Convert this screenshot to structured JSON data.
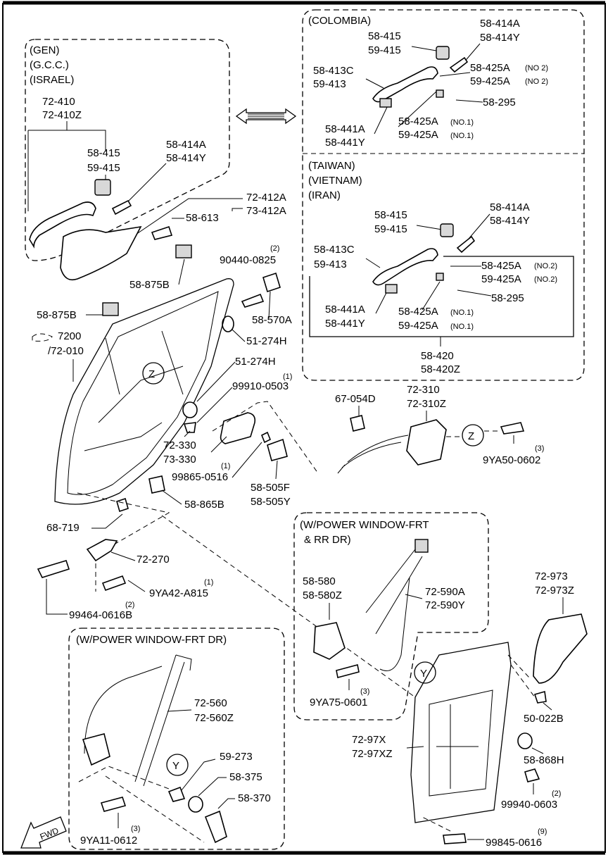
{
  "groups": {
    "gen": [
      "(GEN)",
      "(G.C.C.)",
      "(ISRAEL)"
    ],
    "colombia": "(COLOMBIA)",
    "taiwan": [
      "(TAIWAN)",
      "(VIETNAM)",
      "(IRAN)"
    ],
    "pw_frt_rr": [
      "(W/POWER WINDOW-FRT",
      "& RR DR)"
    ],
    "pw_frt": "(W/POWER WINDOW-FRT DR)"
  },
  "gen_parts": {
    "handle": [
      "72-410",
      "72-410Z"
    ],
    "cap_a": [
      "58-415",
      "59-415"
    ],
    "cap_b": [
      "58-414A",
      "58-414Y"
    ]
  },
  "colombia_parts": {
    "cap_a": [
      "58-415",
      "59-415"
    ],
    "cap_b": [
      "58-414A",
      "58-414Y"
    ],
    "handle": [
      "58-413C",
      "59-413"
    ],
    "no2": [
      "58-425A",
      "59-425A"
    ],
    "no2_tag": "(NO 2)",
    "spring": "58-295",
    "cap_c": [
      "58-441A",
      "58-441Y"
    ],
    "no1": [
      "58-425A",
      "59-425A"
    ],
    "no1_tag": "(NO.1)"
  },
  "taiwan_parts": {
    "cap_a": [
      "58-415",
      "59-415"
    ],
    "cap_b": [
      "58-414A",
      "58-414Y"
    ],
    "handle": [
      "58-413C",
      "59-413"
    ],
    "no2": [
      "58-425A",
      "59-425A"
    ],
    "no2_tag": "(NO.2)",
    "spring": "58-295",
    "cap_c": [
      "58-441A",
      "58-441Y"
    ],
    "no1": [
      "58-425A",
      "59-425A"
    ],
    "no1_tag": "(NO.1)",
    "assy": [
      "58-420",
      "58-420Z"
    ]
  },
  "main_parts": {
    "bracket": [
      "72-412A",
      "73-412A"
    ],
    "screw_613": "58-613",
    "pad_875_a": "58-875B",
    "pad_875_b": "58-875B",
    "bolt_90440": "90440-0825",
    "bolt_90440_qty": "(2)",
    "cap_570": "58-570A",
    "grom_a": "51-274H",
    "grom_b": "51-274H",
    "screw_99910": "99910-0503",
    "screw_99910_qty": "(1)",
    "door": [
      "7200",
      "/72-010"
    ],
    "bumper": "72-330",
    "bumper2": "73-330",
    "screw_99865": "99865-0516",
    "screw_99865_qty": "(1)",
    "inner_handle": [
      "58-505F",
      "58-505Y"
    ],
    "cap_054": "67-054D",
    "latch": [
      "72-310",
      "72-310Z"
    ],
    "bolt_9ya50": "9YA50-0602",
    "bolt_9ya50_qty": "(3)",
    "clip_719": "68-719",
    "stop_865": "58-865B",
    "checker": "72-270",
    "bolt_9ya42": "9YA42-A815",
    "bolt_9ya42_qty": "(1)",
    "bolt_99464": "99464-0616B",
    "bolt_99464_qty": "(2)"
  },
  "pw_parts": {
    "motor": [
      "58-580",
      "58-580Z"
    ],
    "regulator": [
      "72-590A",
      "72-590Y"
    ],
    "bolt_9ya75": "9YA75-0601",
    "bolt_9ya75_qty": "(3)",
    "screen": [
      "72-973",
      "72-973Z"
    ],
    "clip_022": "50-022B",
    "module": [
      "72-97X",
      "72-97XZ"
    ],
    "grom_868": "58-868H",
    "nut_99940": "99940-0603",
    "nut_99940_qty": "(2)",
    "screw_99845": "99845-0616",
    "screw_99845_qty": "(9)"
  },
  "manual_parts": {
    "regulator": [
      "72-560",
      "72-560Z"
    ],
    "clip_273": "59-273",
    "washer": "58-375",
    "crank": "58-370",
    "bolt_9ya11": "9YA11-0612",
    "bolt_9ya11_qty": "(3)"
  },
  "callouts": {
    "z1": "Z",
    "z2": "Z",
    "y1": "Y",
    "y2": "Y"
  },
  "fwd": "FWD"
}
